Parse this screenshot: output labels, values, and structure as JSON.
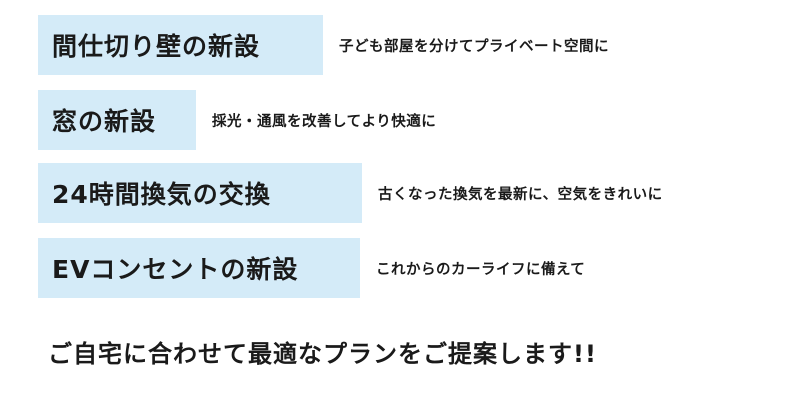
{
  "items": [
    {
      "title": "間仕切り壁の新設",
      "desc": "子ども部屋を分けてプライベート空間に"
    },
    {
      "title": "窓の新設",
      "desc": "採光・通風を改善してより快適に"
    },
    {
      "title": "24時間換気の交換",
      "desc": "古くなった換気を最新に、空気をきれいに"
    },
    {
      "title": "EVコンセントの新設",
      "desc": "これからのカーライフに備えて"
    }
  ],
  "closing": "ご自宅に合わせて最適なプランをご提案します!!",
  "colors": {
    "box": "#d4ebf8",
    "text": "#1a1a1a"
  }
}
